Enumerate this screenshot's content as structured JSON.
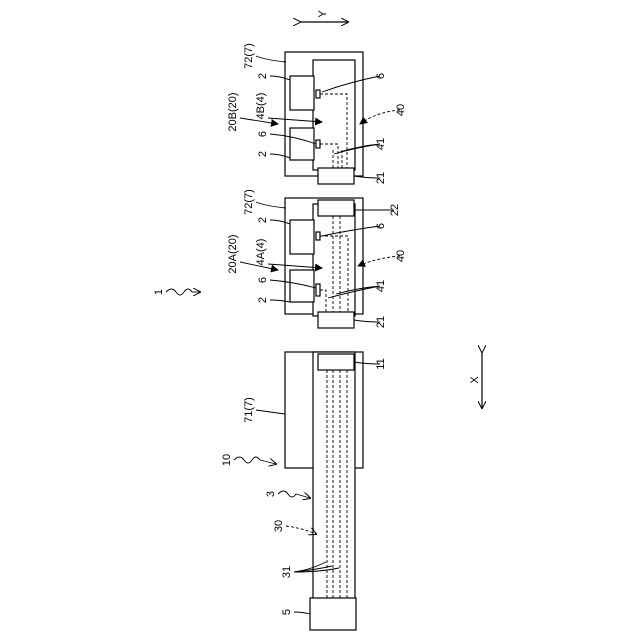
{
  "labels": {
    "system": "1",
    "base_unit": "10",
    "cable": "3",
    "cable_inner": "30",
    "wires": "31",
    "connector_5": "5",
    "connector_11": "11",
    "housing_71": "71(7)",
    "unit_a": "20A(20)",
    "unit_b": "20B(20)",
    "housing_72_a": "72(7)",
    "housing_72_b": "72(7)",
    "module_a": "4A(4)",
    "module_b": "4B(4)",
    "part_2": "2",
    "part_6": "6",
    "part_21": "21",
    "part_22": "22",
    "path_40": "40",
    "path_41": "41",
    "axis_x": "X",
    "axis_y": "Y"
  }
}
